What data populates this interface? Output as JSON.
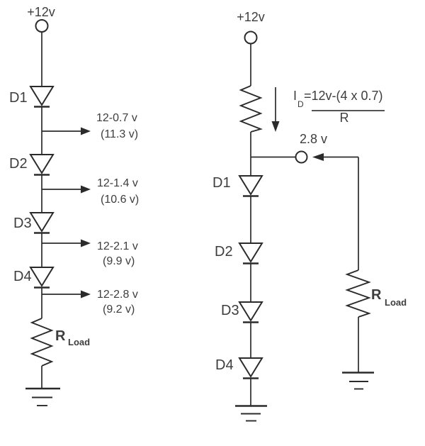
{
  "colors": {
    "line": "#2b2b2b",
    "text": "#3d3d3d",
    "background": "#ffffff"
  },
  "left_circuit": {
    "supply_label": "+12v",
    "diode_labels": [
      "D1",
      "D2",
      "D3",
      "D4"
    ],
    "taps": [
      {
        "expression": "12-0.7 v",
        "result": "(11.3 v)"
      },
      {
        "expression": "12-1.4 v",
        "result": "(10.6 v)"
      },
      {
        "expression": "12-2.1 v",
        "result": "(9.9 v)"
      },
      {
        "expression": "12-2.8 v",
        "result": "(9.2 v)"
      }
    ],
    "load_resistor_label": "R",
    "load_resistor_subscript": "Load"
  },
  "right_circuit": {
    "supply_label": "+12v",
    "current_symbol": "I",
    "current_subscript": "D",
    "current_formula_numerator": "=12v-(4 x 0.7)",
    "current_formula_denominator": "R",
    "node_voltage_label": "2.8 v",
    "diode_labels": [
      "D1",
      "D2",
      "D3",
      "D4"
    ],
    "load_resistor_label": "R",
    "load_resistor_subscript": "Load"
  }
}
